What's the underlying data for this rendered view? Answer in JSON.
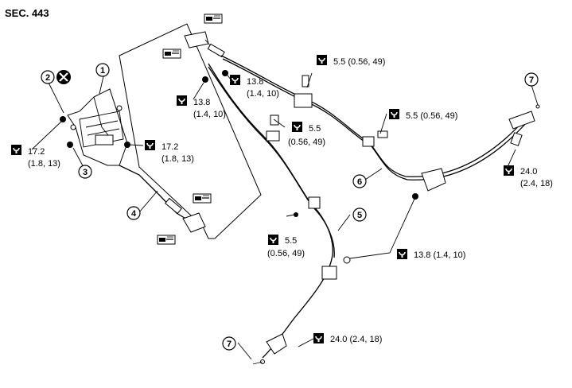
{
  "section_title": "SEC. 443",
  "callouts": {
    "c1": "1",
    "c2": "2",
    "c3": "3",
    "c4": "4",
    "c5": "5",
    "c6": "6",
    "c7a": "7",
    "c7b": "7"
  },
  "torques": {
    "t_left_a": [
      "17.2",
      "(1.8, 13)"
    ],
    "t_left_b": [
      "17.2",
      "(1.8, 13)"
    ],
    "t_upper_a": [
      "13.8",
      "(1.4, 10)"
    ],
    "t_upper_b": [
      "13.8",
      "(1.4, 10)"
    ],
    "t_top_right": [
      "5.5 (0.56, 49)"
    ],
    "t_mid": [
      "5.5",
      "(0.56, 49)"
    ],
    "t_right": [
      "5.5 (0.56, 49)"
    ],
    "t_far_right": [
      "24.0",
      "(2.4, 18)"
    ],
    "t_lower_mid": [
      "5.5",
      "(0.56, 49)"
    ],
    "t_lower_right": [
      "13.8 (1.4, 10)"
    ],
    "t_bottom": [
      "24.0 (2.4, 18)"
    ]
  },
  "icons": {
    "torque": "torque-wrench-icon",
    "lubricate": "grease-icon",
    "replace": "do-not-reuse-icon"
  }
}
